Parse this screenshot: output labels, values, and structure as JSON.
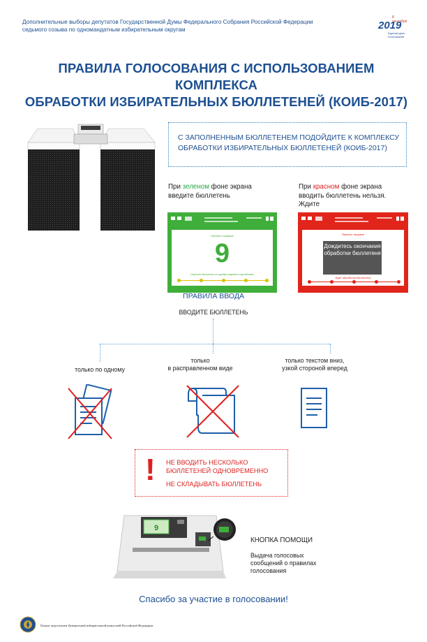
{
  "header": {
    "line1": "Дополнительные выборы депутатов Государственной Думы Федерального Собрания Российской Федерации",
    "line2": "седьмого созыва по одномандатным избирательным округам"
  },
  "logo": {
    "date": "8 сентября",
    "year": "2019",
    "slogan": "Единый день голосования"
  },
  "title": {
    "line1": "ПРАВИЛА ГОЛОСОВАНИЯ С ИСПОЛЬЗОВАНИЕМ КОМПЛЕКСА",
    "line2": "ОБРАБОТКИ ИЗБИРАТЕЛЬНЫХ БЮЛЛЕТЕНЕЙ (КОИБ-2017)"
  },
  "callout": {
    "line1": "С ЗАПОЛНЕННЫМ БЮЛЛЕТЕНЕМ ПОДОЙДИТЕ К КОМПЛЕКСУ",
    "line2": "ОБРАБОТКИ ИЗБИРАТЕЛЬНЫХ БЮЛЛЕТЕНЕЙ (КОИБ-2017)"
  },
  "green_caption": {
    "pre": "При ",
    "color_word": "зеленом",
    "post": " фоне экрана",
    "line2": "введите бюллетень"
  },
  "red_caption": {
    "pre": "При ",
    "color_word": "красном",
    "post": " фоне экрана",
    "line2": "вводить бюллетень нельзя.",
    "line3": "Ждите"
  },
  "green_screen": {
    "accepted": "Принято лицевое",
    "number": "9",
    "hint": "Опустите бюллетень по одному лицевой стороной вниз"
  },
  "red_screen": {
    "accepted": "Принято лицевое",
    "wait_text": "Дождитесь окончания обработки бюллетеня",
    "hint": "Идет обработка бюллетеня"
  },
  "rules": {
    "title": "ПРАВИЛА ВВОДА",
    "subtitle": "ВВОДИТЕ БЮЛЛЕТЕНЬ",
    "items": [
      {
        "label": "только по одному"
      },
      {
        "label_line1": "только",
        "label_line2": "в расправленном виде"
      },
      {
        "label_line1": "только текстом вниз,",
        "label_line2": "узкой стороной вперед"
      }
    ]
  },
  "warning": {
    "icon": "exclamation-icon",
    "line1": "НЕ ВВОДИТЬ НЕСКОЛЬКО",
    "line2": "БЮЛЛЕТЕНЕЙ ОДНОВРЕМЕННО",
    "line3": "НЕ СКЛАДЫВАТЬ БЮЛЛЕТЕНЬ"
  },
  "machine": {
    "screen_number": "9"
  },
  "help": {
    "title": "КНОПКА ПОМОЩИ",
    "desc_line1": "Выдача голосовых",
    "desc_line2": "сообщений о правилах",
    "desc_line3": "голосования"
  },
  "thanks": "Спасибо за участие в голосовании!",
  "footer": "Плакат подготовлен Центральной избирательной комиссией Российской Федерации",
  "colors": {
    "brand_blue": "#1d4f91",
    "accent_green": "#3fae3a",
    "accent_red": "#e1251b"
  }
}
